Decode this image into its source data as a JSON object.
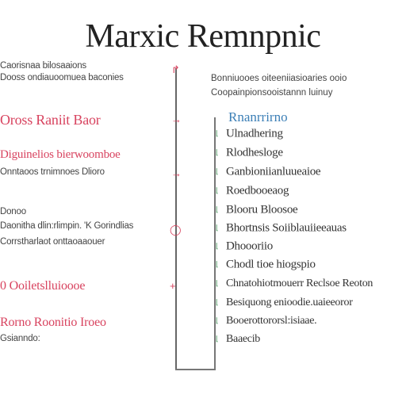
{
  "title": "Marxic Remnpnic",
  "left_items": [
    {
      "lines": [
        "Caorisnaa bilosaaions",
        "Dooss ondiauoomuea baconies"
      ],
      "style": "plain"
    },
    {
      "lines": [
        "Oross Raniit Baor"
      ],
      "style": "red"
    },
    {
      "lines": [
        "Diguinelios bierwoomboe"
      ],
      "style": "redmix"
    },
    {
      "lines": [
        "Onntaoos trnimnoes Dlioro"
      ],
      "style": "plain"
    },
    {
      "lines": [
        "Donoo",
        "Daonitha dlin:rlimpin. 'K Gorindlias",
        "Corrstharlaot onttaoaaouer"
      ],
      "style": "plain"
    },
    {
      "lines": [
        "0 Ooiletslluioooe"
      ],
      "style": "red"
    },
    {
      "lines": [
        "Rorno Roonitio Iroeo",
        "Gsianndo:"
      ],
      "style": "red"
    }
  ],
  "right": {
    "top_lines": [
      "Bonniuooes oiteeniiasioaries ooio",
      "Coopainpionsooistannn luinuy"
    ],
    "heading": "Rnanrrirno",
    "items": [
      "Ulnadhering",
      "Rlodhesloge",
      "Ganbioniianluueaioe",
      "Roedbooeaog",
      "Blooru Bloosoe",
      "Bhortnsis Soiiblauiieeauas",
      "Dhoooriio",
      "Chodl tioe hiogspio",
      "Chnatohiotmouerr Reclsoe Reoton",
      "Besiquong enioodie.uaieeoror",
      "Booerottororsl:isiaae.",
      "Baaecib"
    ]
  }
}
